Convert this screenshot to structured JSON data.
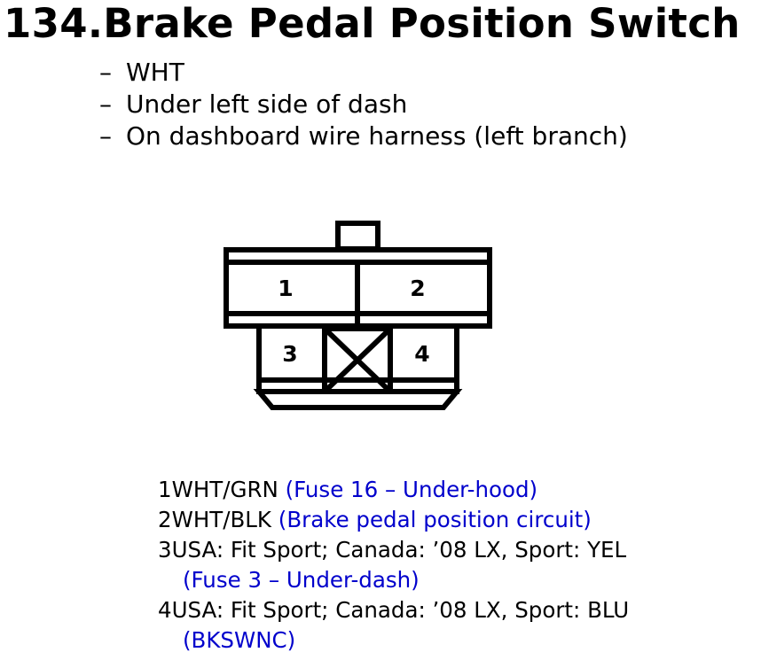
{
  "title": "134.Brake Pedal Position Switch",
  "info": [
    {
      "dash": "–",
      "text": "WHT"
    },
    {
      "dash": "–",
      "text": "Under left side of dash"
    },
    {
      "dash": "–",
      "text": "On dashboard wire harness (left branch)"
    }
  ],
  "connector": {
    "cavities": [
      "1",
      "2",
      "3",
      "4"
    ]
  },
  "pins": [
    {
      "num": "1",
      "wire": "WHT/GRN",
      "desc": "(Fuse 16 – Under-hood)"
    },
    {
      "num": "2",
      "wire": "WHT/BLK",
      "desc": "(Brake pedal position circuit)"
    },
    {
      "num": "3",
      "wire": "USA: Fit Sport; Canada: ’08 LX, Sport: YEL",
      "desc": "(Fuse 3 – Under-dash)"
    },
    {
      "num": "4",
      "wire": "USA: Fit Sport; Canada: ’08 LX, Sport: BLU",
      "desc": "(BKSWNC)"
    }
  ],
  "colors": {
    "text": "#000000",
    "link": "#0000cc",
    "stroke": "#000000"
  }
}
